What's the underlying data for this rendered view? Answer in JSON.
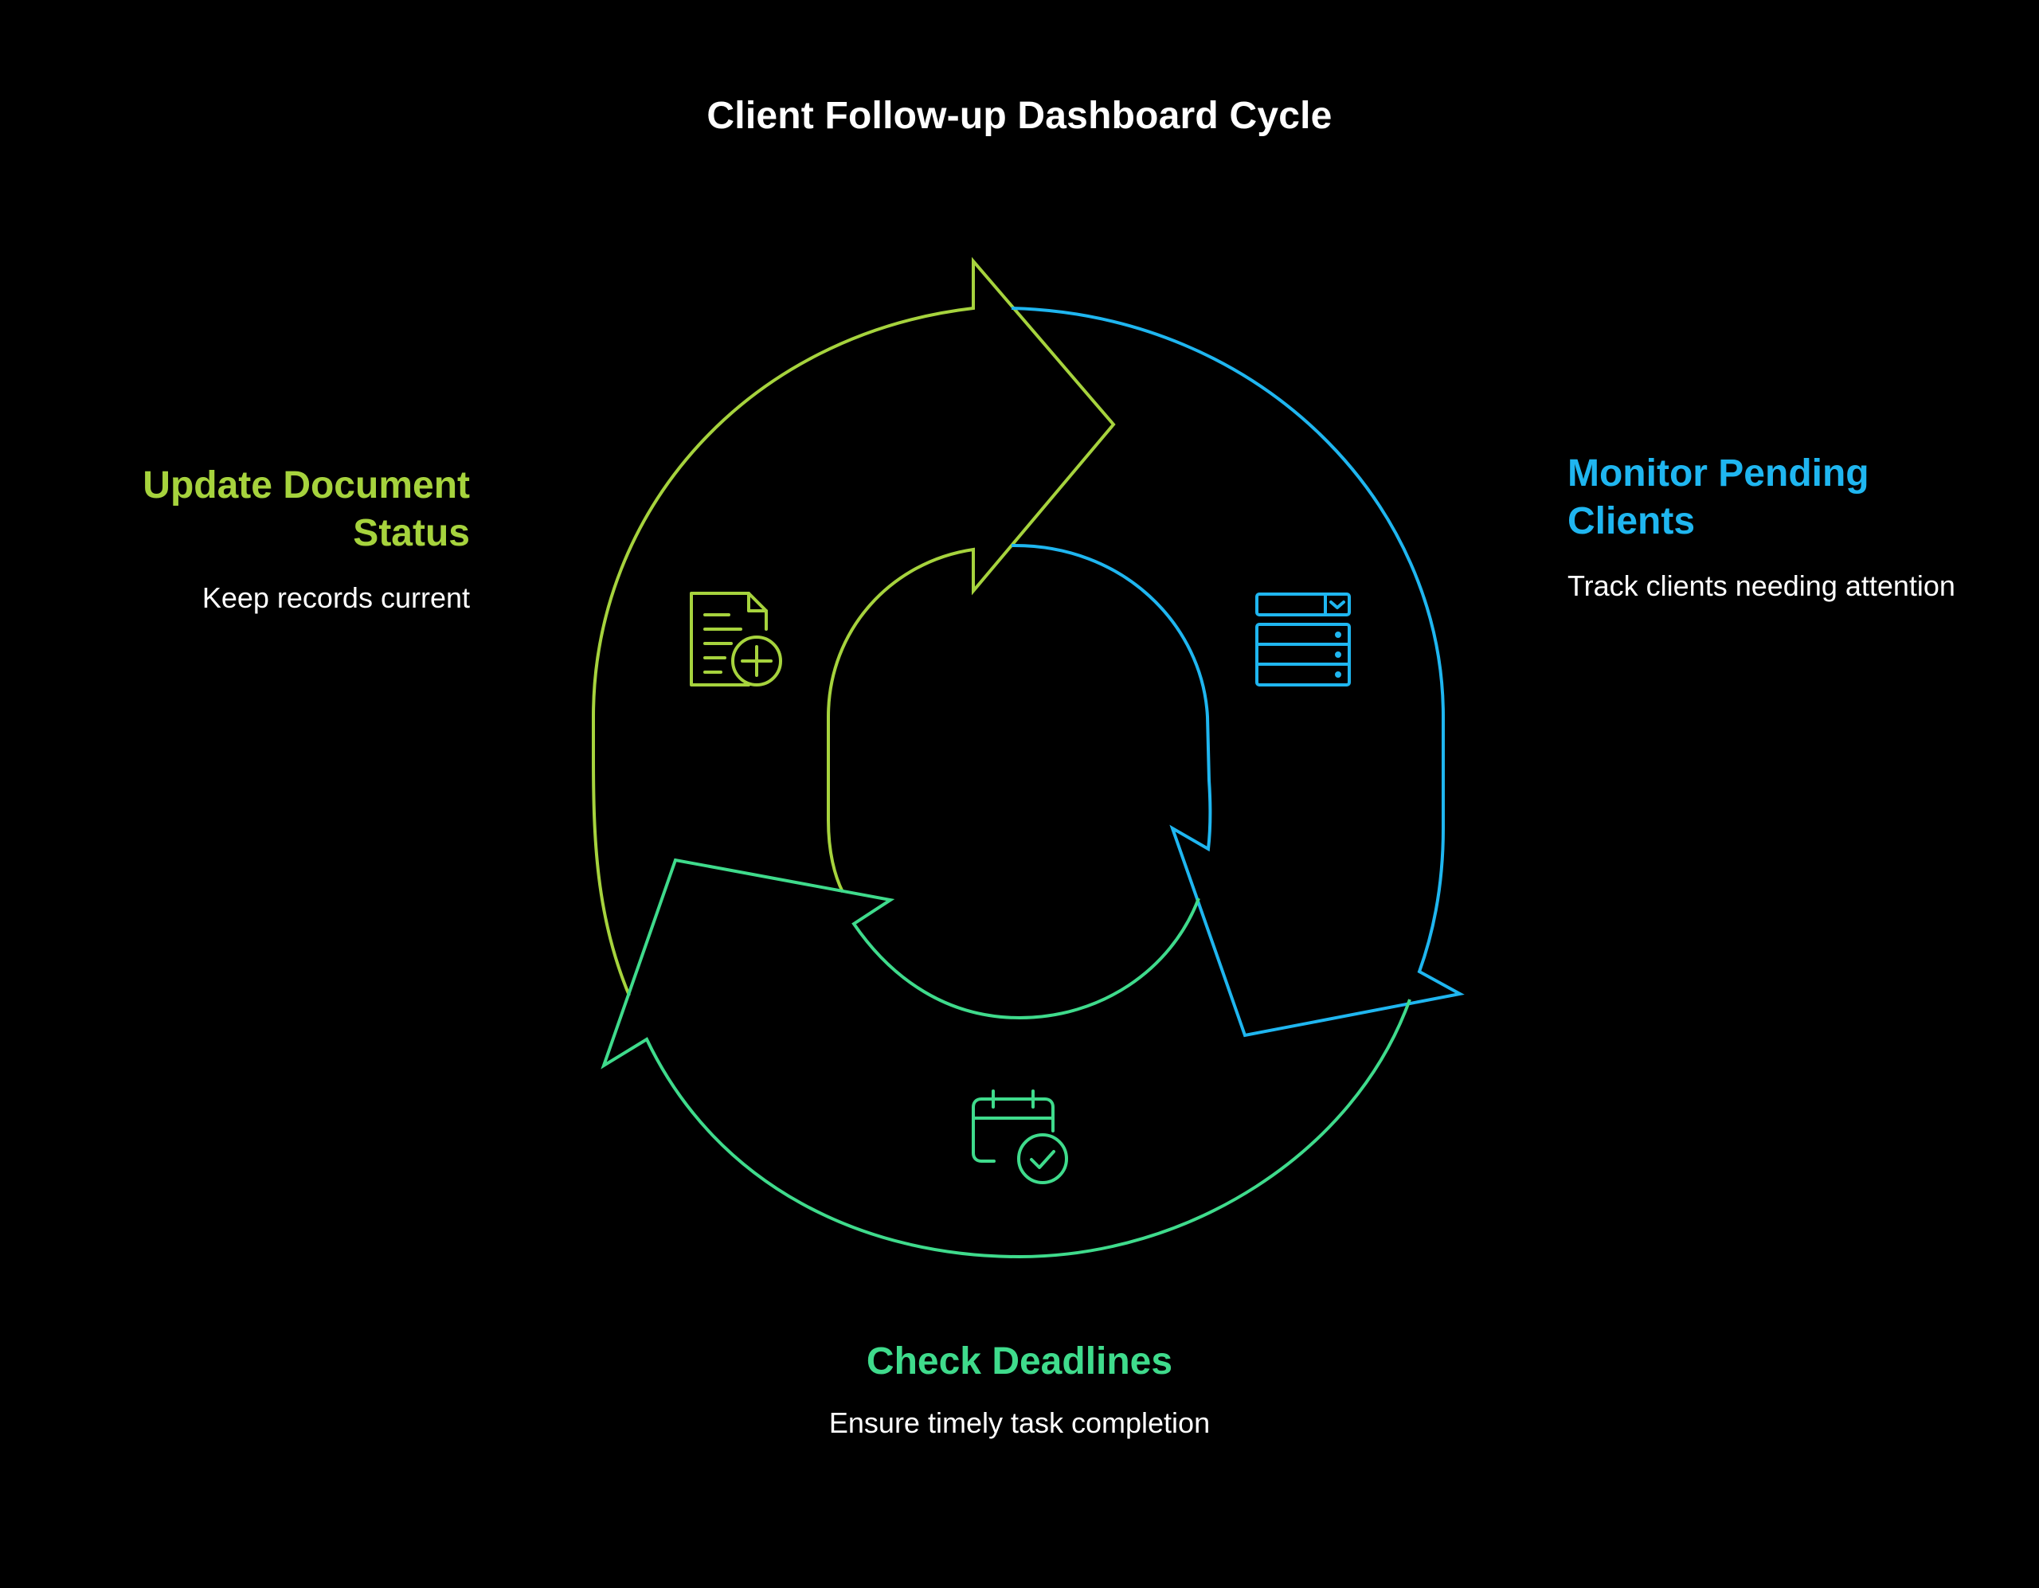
{
  "title": "Client Follow-up Dashboard Cycle",
  "colors": {
    "background": "#000000",
    "green_lime": "#a6d33d",
    "blue": "#1fb6f0",
    "green_teal": "#3fdb8c",
    "text": "#ffffff"
  },
  "steps": [
    {
      "id": "update",
      "heading": "Update Document Status",
      "description": "Keep records current",
      "icon": "document-add-icon",
      "color": "#a6d33d"
    },
    {
      "id": "monitor",
      "heading": "Monitor Pending Clients",
      "description": "Track clients needing attention",
      "icon": "server-list-icon",
      "color": "#1fb6f0"
    },
    {
      "id": "deadlines",
      "heading": "Check Deadlines",
      "description": "Ensure timely task completion",
      "icon": "calendar-check-icon",
      "color": "#3fdb8c"
    }
  ]
}
